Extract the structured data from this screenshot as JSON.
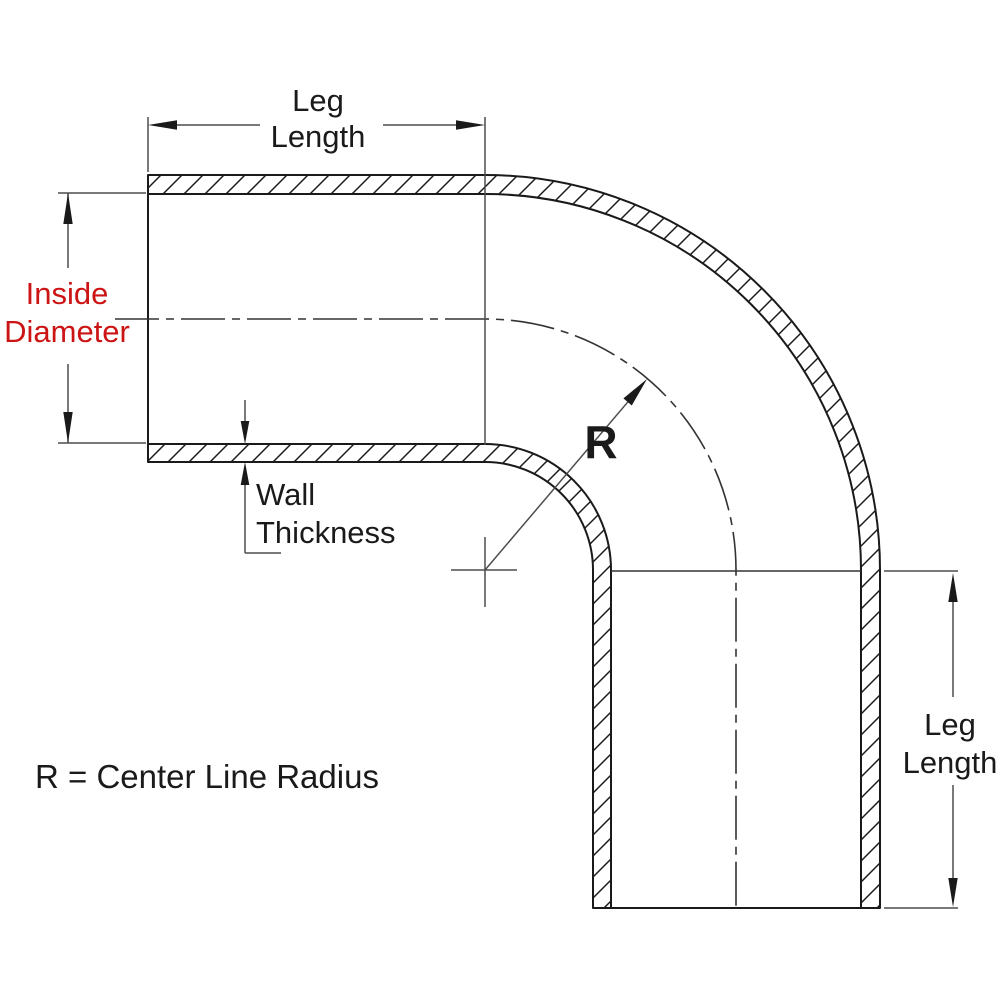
{
  "diagram": {
    "type": "technical-drawing",
    "subject": "90-degree elbow tube cross-section with dimension callouts",
    "colors": {
      "background": "#ffffff",
      "outline": "#1a1a1a",
      "dimension_line": "#4d4d4d",
      "centerline": "#333333",
      "inside_diameter_text": "#cc1414"
    },
    "labels": {
      "top_leg_length": {
        "line1": "Leg",
        "line2": "Length"
      },
      "inside_diameter": {
        "line1": "Inside",
        "line2": "Diameter"
      },
      "wall_thickness": {
        "line1": "Wall",
        "line2": "Thickness"
      },
      "radius_symbol": "R",
      "right_leg_length": {
        "line1": "Leg",
        "line2": "Length"
      },
      "legend": "R = Center Line Radius"
    }
  }
}
